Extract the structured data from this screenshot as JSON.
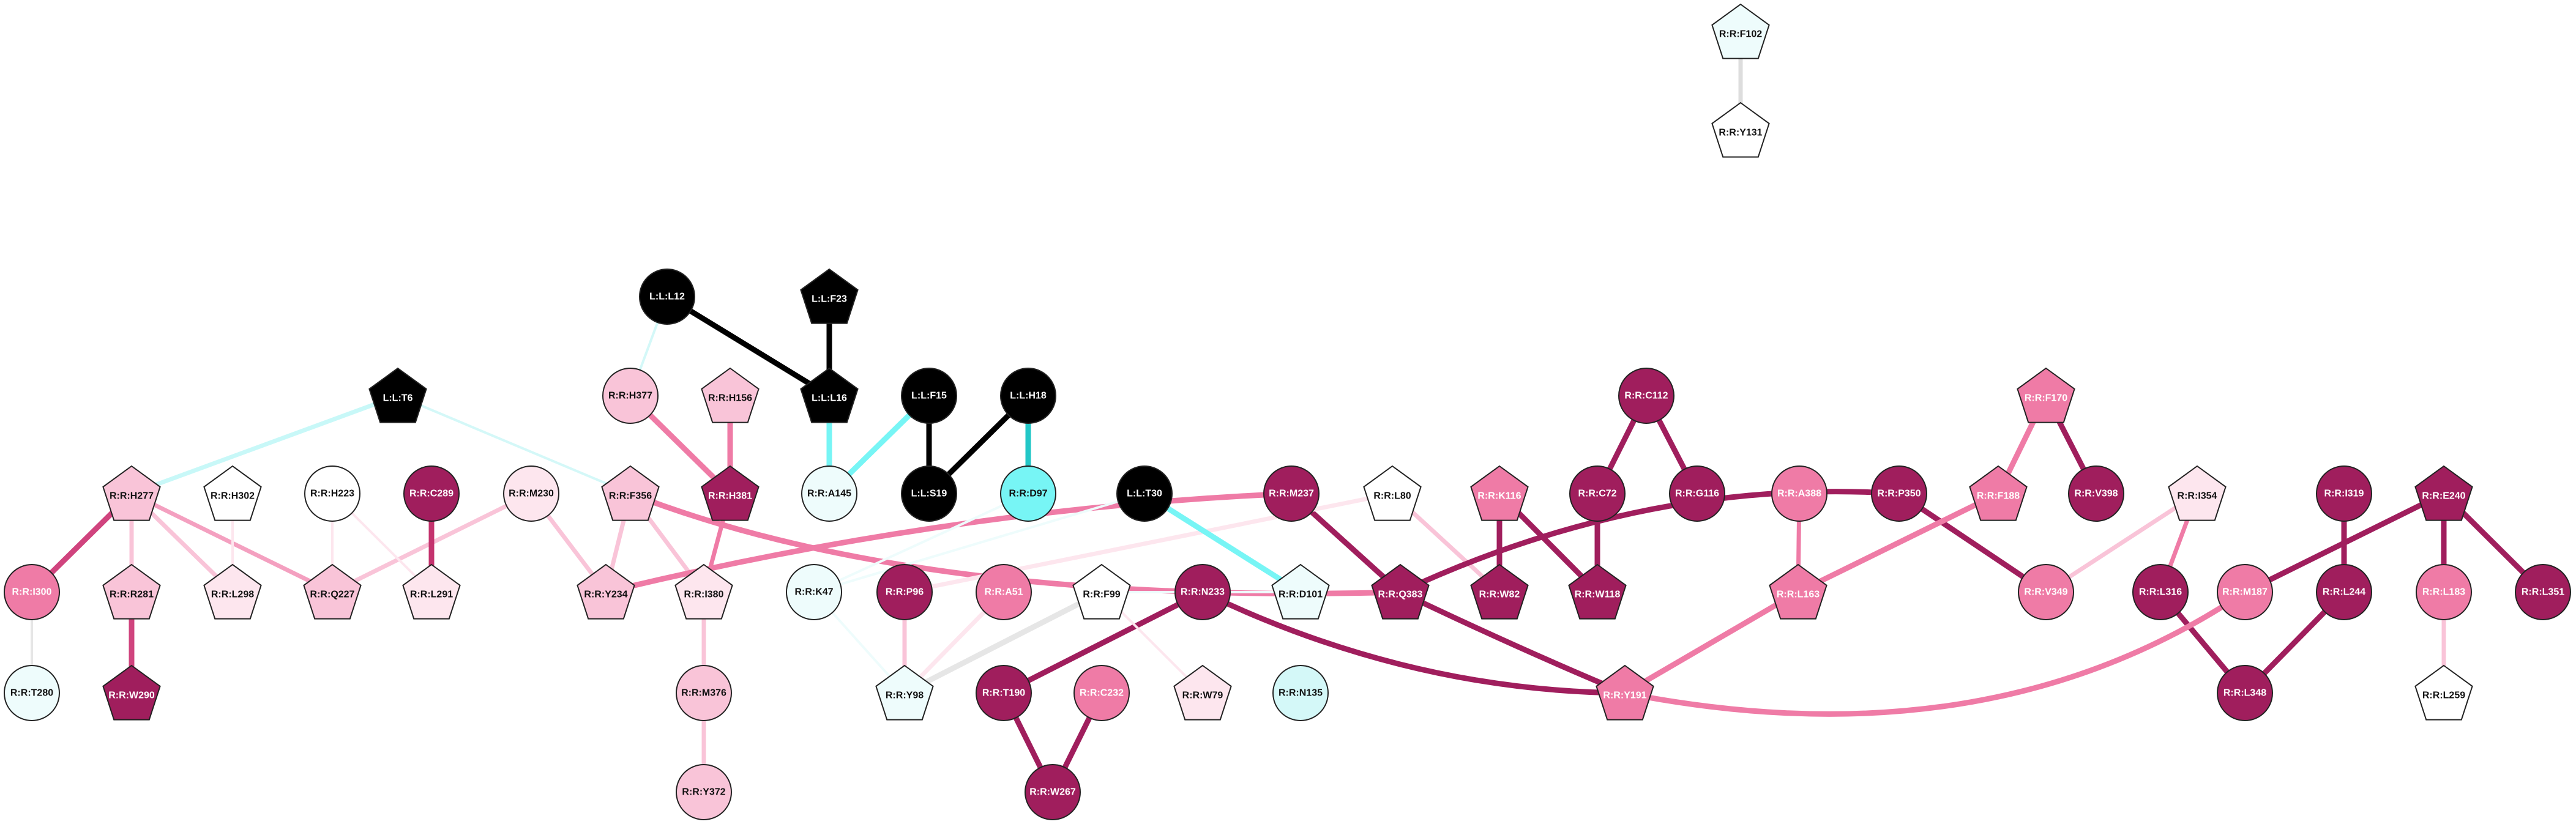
{
  "colors": {
    "black": "#000000",
    "cyan": "#77f5f5",
    "light_cyan": "#d4f8f8",
    "pale_cyan": "#eefcfc",
    "white": "#ffffff",
    "blush": "#fde6ee",
    "light_pink": "#f9c4d8",
    "pink": "#ef7ba6",
    "magenta": "#a01e5d"
  },
  "nodes": [
    {
      "id": "F102",
      "label": "R:R:F102",
      "shape": "pentagon",
      "color": "pale_cyan"
    },
    {
      "id": "Y131",
      "label": "R:R:Y131",
      "shape": "pentagon",
      "color": "white"
    },
    {
      "id": "L12",
      "label": "L:L:L12",
      "shape": "circle",
      "color": "black"
    },
    {
      "id": "F23",
      "label": "L:L:F23",
      "shape": "pentagon",
      "color": "black"
    },
    {
      "id": "L16",
      "label": "L:L:L16",
      "shape": "pentagon",
      "color": "black"
    },
    {
      "id": "F15",
      "label": "L:L:F15",
      "shape": "circle",
      "color": "black"
    },
    {
      "id": "H18",
      "label": "L:L:H18",
      "shape": "circle",
      "color": "black"
    },
    {
      "id": "S19",
      "label": "L:L:S19",
      "shape": "circle",
      "color": "black"
    },
    {
      "id": "D97",
      "label": "R:R:D97",
      "shape": "circle",
      "color": "cyan"
    },
    {
      "id": "T6",
      "label": "L:L:T6",
      "shape": "pentagon",
      "color": "black"
    },
    {
      "id": "H377",
      "label": "R:R:H377",
      "shape": "circle",
      "color": "light_pink"
    },
    {
      "id": "H156",
      "label": "R:R:H156",
      "shape": "pentagon",
      "color": "light_pink"
    },
    {
      "id": "A145",
      "label": "R:R:A145",
      "shape": "circle",
      "color": "pale_cyan"
    },
    {
      "id": "H381",
      "label": "R:R:H381",
      "shape": "pentagon",
      "color": "magenta"
    },
    {
      "id": "C112",
      "label": "R:R:C112",
      "shape": "circle",
      "color": "magenta"
    },
    {
      "id": "F170",
      "label": "R:R:F170",
      "shape": "pentagon",
      "color": "pink"
    },
    {
      "id": "H277",
      "label": "R:R:H277",
      "shape": "pentagon",
      "color": "light_pink"
    },
    {
      "id": "H302",
      "label": "R:R:H302",
      "shape": "pentagon",
      "color": "white"
    },
    {
      "id": "H223",
      "label": "R:R:H223",
      "shape": "circle",
      "color": "white"
    },
    {
      "id": "C289",
      "label": "R:R:C289",
      "shape": "circle",
      "color": "magenta"
    },
    {
      "id": "M230",
      "label": "R:R:M230",
      "shape": "circle",
      "color": "blush"
    },
    {
      "id": "F356",
      "label": "R:R:F356",
      "shape": "pentagon",
      "color": "light_pink"
    },
    {
      "id": "T30",
      "label": "L:L:T30",
      "shape": "circle",
      "color": "black"
    },
    {
      "id": "M237",
      "label": "R:R:M237",
      "shape": "circle",
      "color": "magenta"
    },
    {
      "id": "L80",
      "label": "R:R:L80",
      "shape": "pentagon",
      "color": "white"
    },
    {
      "id": "K116",
      "label": "R:R:K116",
      "shape": "pentagon",
      "color": "pink"
    },
    {
      "id": "C72",
      "label": "R:R:C72",
      "shape": "circle",
      "color": "magenta"
    },
    {
      "id": "G116",
      "label": "R:R:G116",
      "shape": "circle",
      "color": "magenta"
    },
    {
      "id": "A388",
      "label": "R:R:A388",
      "shape": "circle",
      "color": "pink"
    },
    {
      "id": "P350",
      "label": "R:R:P350",
      "shape": "circle",
      "color": "magenta"
    },
    {
      "id": "F188",
      "label": "R:R:F188",
      "shape": "pentagon",
      "color": "pink"
    },
    {
      "id": "V398",
      "label": "R:R:V398",
      "shape": "circle",
      "color": "magenta"
    },
    {
      "id": "I354",
      "label": "R:R:I354",
      "shape": "pentagon",
      "color": "blush"
    },
    {
      "id": "I319",
      "label": "R:R:I319",
      "shape": "circle",
      "color": "magenta"
    },
    {
      "id": "E240",
      "label": "R:R:E240",
      "shape": "pentagon",
      "color": "magenta"
    },
    {
      "id": "I300",
      "label": "R:R:I300",
      "shape": "circle",
      "color": "pink"
    },
    {
      "id": "R281",
      "label": "R:R:R281",
      "shape": "pentagon",
      "color": "light_pink"
    },
    {
      "id": "L298",
      "label": "R:R:L298",
      "shape": "pentagon",
      "color": "blush"
    },
    {
      "id": "Q227",
      "label": "R:R:Q227",
      "shape": "pentagon",
      "color": "light_pink"
    },
    {
      "id": "L291",
      "label": "R:R:L291",
      "shape": "pentagon",
      "color": "blush"
    },
    {
      "id": "Y234",
      "label": "R:R:Y234",
      "shape": "pentagon",
      "color": "light_pink"
    },
    {
      "id": "I380",
      "label": "R:R:I380",
      "shape": "pentagon",
      "color": "blush"
    },
    {
      "id": "K47",
      "label": "R:R:K47",
      "shape": "circle",
      "color": "pale_cyan"
    },
    {
      "id": "P96",
      "label": "R:R:P96",
      "shape": "circle",
      "color": "magenta"
    },
    {
      "id": "A51",
      "label": "R:R:A51",
      "shape": "circle",
      "color": "pink"
    },
    {
      "id": "F99",
      "label": "R:R:F99",
      "shape": "pentagon",
      "color": "white"
    },
    {
      "id": "N233",
      "label": "R:R:N233",
      "shape": "circle",
      "color": "magenta"
    },
    {
      "id": "D101",
      "label": "R:R:D101",
      "shape": "pentagon",
      "color": "pale_cyan"
    },
    {
      "id": "Q383",
      "label": "R:R:Q383",
      "shape": "pentagon",
      "color": "magenta"
    },
    {
      "id": "W82",
      "label": "R:R:W82",
      "shape": "pentagon",
      "color": "magenta"
    },
    {
      "id": "W118",
      "label": "R:R:W118",
      "shape": "pentagon",
      "color": "magenta"
    },
    {
      "id": "L163",
      "label": "R:R:L163",
      "shape": "pentagon",
      "color": "pink"
    },
    {
      "id": "V349",
      "label": "R:R:V349",
      "shape": "circle",
      "color": "pink"
    },
    {
      "id": "L316",
      "label": "R:R:L316",
      "shape": "circle",
      "color": "magenta"
    },
    {
      "id": "M187",
      "label": "R:R:M187",
      "shape": "circle",
      "color": "pink"
    },
    {
      "id": "L244",
      "label": "R:R:L244",
      "shape": "circle",
      "color": "magenta"
    },
    {
      "id": "L183",
      "label": "R:R:L183",
      "shape": "circle",
      "color": "pink"
    },
    {
      "id": "L351",
      "label": "R:R:L351",
      "shape": "circle",
      "color": "magenta"
    },
    {
      "id": "T280",
      "label": "R:R:T280",
      "shape": "circle",
      "color": "pale_cyan"
    },
    {
      "id": "W290",
      "label": "R:R:W290",
      "shape": "pentagon",
      "color": "magenta"
    },
    {
      "id": "M376",
      "label": "R:R:M376",
      "shape": "circle",
      "color": "light_pink"
    },
    {
      "id": "Y98",
      "label": "R:R:Y98",
      "shape": "pentagon",
      "color": "pale_cyan"
    },
    {
      "id": "T190",
      "label": "R:R:T190",
      "shape": "circle",
      "color": "magenta"
    },
    {
      "id": "C232",
      "label": "R:R:C232",
      "shape": "circle",
      "color": "pink"
    },
    {
      "id": "W79",
      "label": "R:R:W79",
      "shape": "pentagon",
      "color": "blush"
    },
    {
      "id": "N135",
      "label": "R:R:N135",
      "shape": "circle",
      "color": "light_cyan"
    },
    {
      "id": "Y191",
      "label": "R:R:Y191",
      "shape": "pentagon",
      "color": "pink"
    },
    {
      "id": "L348",
      "label": "R:R:L348",
      "shape": "circle",
      "color": "magenta"
    },
    {
      "id": "L259",
      "label": "R:R:L259",
      "shape": "pentagon",
      "color": "white"
    },
    {
      "id": "W267",
      "label": "R:R:W267",
      "shape": "circle",
      "color": "magenta"
    },
    {
      "id": "Y372",
      "label": "R:R:Y372",
      "shape": "circle",
      "color": "light_pink"
    }
  ],
  "edges": [
    {
      "from": "F102",
      "to": "Y131",
      "color": "#dddddd",
      "weight": 2
    },
    {
      "from": "L12",
      "to": "L16",
      "color": "#000000",
      "weight": 3
    },
    {
      "from": "F23",
      "to": "L16",
      "color": "#000000",
      "weight": 3
    },
    {
      "from": "F15",
      "to": "S19",
      "color": "#000000",
      "weight": 3
    },
    {
      "from": "H18",
      "to": "S19",
      "color": "#000000",
      "weight": 3
    },
    {
      "from": "H18",
      "to": "D97",
      "color": "#22c7c7",
      "weight": 3
    },
    {
      "from": "L16",
      "to": "A145",
      "color": "#77f5f5",
      "weight": 3
    },
    {
      "from": "F15",
      "to": "A145",
      "color": "#77f5f5",
      "weight": 3
    },
    {
      "from": "L12",
      "to": "H377",
      "color": "#d4f8f8",
      "weight": 1
    },
    {
      "from": "T6",
      "to": "H277",
      "color": "#c8f8f8",
      "weight": 2
    },
    {
      "from": "T6",
      "to": "F356",
      "color": "#d4f8f8",
      "weight": 1
    },
    {
      "from": "H377",
      "to": "H381",
      "color": "#ef7ba6",
      "weight": 3
    },
    {
      "from": "H156",
      "to": "H381",
      "color": "#ef7ba6",
      "weight": 3
    },
    {
      "from": "H381",
      "to": "I380",
      "color": "#ef7ba6",
      "weight": 2
    },
    {
      "from": "F356",
      "to": "Q383",
      "color": "#ef7ba6",
      "weight": 3
    },
    {
      "from": "F356",
      "to": "Y234",
      "color": "#f9c4d8",
      "weight": 2
    },
    {
      "from": "F356",
      "to": "I380",
      "color": "#f9c4d8",
      "weight": 2
    },
    {
      "from": "M230",
      "to": "Y234",
      "color": "#f9c4d8",
      "weight": 2
    },
    {
      "from": "M230",
      "to": "Q227",
      "color": "#f9c4d8",
      "weight": 2
    },
    {
      "from": "H277",
      "to": "I300",
      "color": "#d0447e",
      "weight": 3
    },
    {
      "from": "H277",
      "to": "R281",
      "color": "#f9c4d8",
      "weight": 2
    },
    {
      "from": "H277",
      "to": "L298",
      "color": "#f9c4d8",
      "weight": 2
    },
    {
      "from": "H277",
      "to": "Q227",
      "color": "#f4a0c0",
      "weight": 2
    },
    {
      "from": "H302",
      "to": "L298",
      "color": "#fde6ee",
      "weight": 1
    },
    {
      "from": "H223",
      "to": "Q227",
      "color": "#fde6ee",
      "weight": 1
    },
    {
      "from": "H223",
      "to": "L291",
      "color": "#fde6ee",
      "weight": 1
    },
    {
      "from": "C289",
      "to": "L291",
      "color": "#c4336e",
      "weight": 3
    },
    {
      "from": "R281",
      "to": "W290",
      "color": "#d0447e",
      "weight": 3
    },
    {
      "from": "I300",
      "to": "T280",
      "color": "#e6e6e6",
      "weight": 1
    },
    {
      "from": "I380",
      "to": "M376",
      "color": "#f9c4d8",
      "weight": 2
    },
    {
      "from": "M376",
      "to": "Y372",
      "color": "#f9c4d8",
      "weight": 2
    },
    {
      "from": "M237",
      "to": "Y234",
      "color": "#ef7ba6",
      "weight": 3
    },
    {
      "from": "M237",
      "to": "Q383",
      "color": "#a01e5d",
      "weight": 3
    },
    {
      "from": "L80",
      "to": "P96",
      "color": "#fde6ee",
      "weight": 2
    },
    {
      "from": "L80",
      "to": "W82",
      "color": "#f9c4d8",
      "weight": 2
    },
    {
      "from": "K116",
      "to": "W82",
      "color": "#a01e5d",
      "weight": 3
    },
    {
      "from": "K116",
      "to": "W118",
      "color": "#a01e5d",
      "weight": 3
    },
    {
      "from": "C112",
      "to": "C72",
      "color": "#a01e5d",
      "weight": 3
    },
    {
      "from": "C112",
      "to": "G116",
      "color": "#a01e5d",
      "weight": 3
    },
    {
      "from": "C72",
      "to": "W118",
      "color": "#a01e5d",
      "weight": 3
    },
    {
      "from": "A388",
      "to": "L163",
      "color": "#ef7ba6",
      "weight": 2
    },
    {
      "from": "P350",
      "to": "Q383",
      "color": "#a01e5d",
      "weight": 3
    },
    {
      "from": "P350",
      "to": "V349",
      "color": "#a01e5d",
      "weight": 3
    },
    {
      "from": "F170",
      "to": "F188",
      "color": "#ef7ba6",
      "weight": 3
    },
    {
      "from": "F170",
      "to": "V398",
      "color": "#a01e5d",
      "weight": 3
    },
    {
      "from": "F188",
      "to": "L163",
      "color": "#ef7ba6",
      "weight": 3
    },
    {
      "from": "I354",
      "to": "V349",
      "color": "#f9c4d8",
      "weight": 2
    },
    {
      "from": "I354",
      "to": "L316",
      "color": "#ef7ba6",
      "weight": 2
    },
    {
      "from": "I319",
      "to": "L244",
      "color": "#a01e5d",
      "weight": 3
    },
    {
      "from": "E240",
      "to": "M187",
      "color": "#a01e5d",
      "weight": 3
    },
    {
      "from": "E240",
      "to": "L183",
      "color": "#a01e5d",
      "weight": 3
    },
    {
      "from": "E240",
      "to": "L351",
      "color": "#a01e5d",
      "weight": 3
    },
    {
      "from": "L316",
      "to": "L348",
      "color": "#a01e5d",
      "weight": 3
    },
    {
      "from": "L244",
      "to": "L348",
      "color": "#a01e5d",
      "weight": 3
    },
    {
      "from": "L183",
      "to": "L259",
      "color": "#f9c4d8",
      "weight": 2
    },
    {
      "from": "Q383",
      "to": "Y191",
      "color": "#a01e5d",
      "weight": 3
    },
    {
      "from": "L163",
      "to": "Y191",
      "color": "#ef7ba6",
      "weight": 3
    },
    {
      "from": "N233",
      "to": "Y191",
      "color": "#a01e5d",
      "weight": 3
    },
    {
      "from": "M187",
      "to": "Y191",
      "color": "#ef7ba6",
      "weight": 3
    },
    {
      "from": "N233",
      "to": "T190",
      "color": "#a01e5d",
      "weight": 3
    },
    {
      "from": "T190",
      "to": "W267",
      "color": "#a01e5d",
      "weight": 3
    },
    {
      "from": "C232",
      "to": "W267",
      "color": "#a01e5d",
      "weight": 3
    },
    {
      "from": "T30",
      "to": "D101",
      "color": "#77f5f5",
      "weight": 3
    },
    {
      "from": "T30",
      "to": "K47",
      "color": "#eefcfc",
      "weight": 1
    },
    {
      "from": "D97",
      "to": "K47",
      "color": "#eefcfc",
      "weight": 1
    },
    {
      "from": "K47",
      "to": "Y98",
      "color": "#eefcfc",
      "weight": 1
    },
    {
      "from": "P96",
      "to": "Y98",
      "color": "#f9c4d8",
      "weight": 2
    },
    {
      "from": "A51",
      "to": "Y98",
      "color": "#fde6ee",
      "weight": 2
    },
    {
      "from": "F99",
      "to": "Y98",
      "color": "#e6e6e6",
      "weight": 3
    },
    {
      "from": "F99",
      "to": "W79",
      "color": "#fde6ee",
      "weight": 1
    },
    {
      "from": "F99",
      "to": "D101",
      "color": "#eefcfc",
      "weight": 1
    }
  ]
}
